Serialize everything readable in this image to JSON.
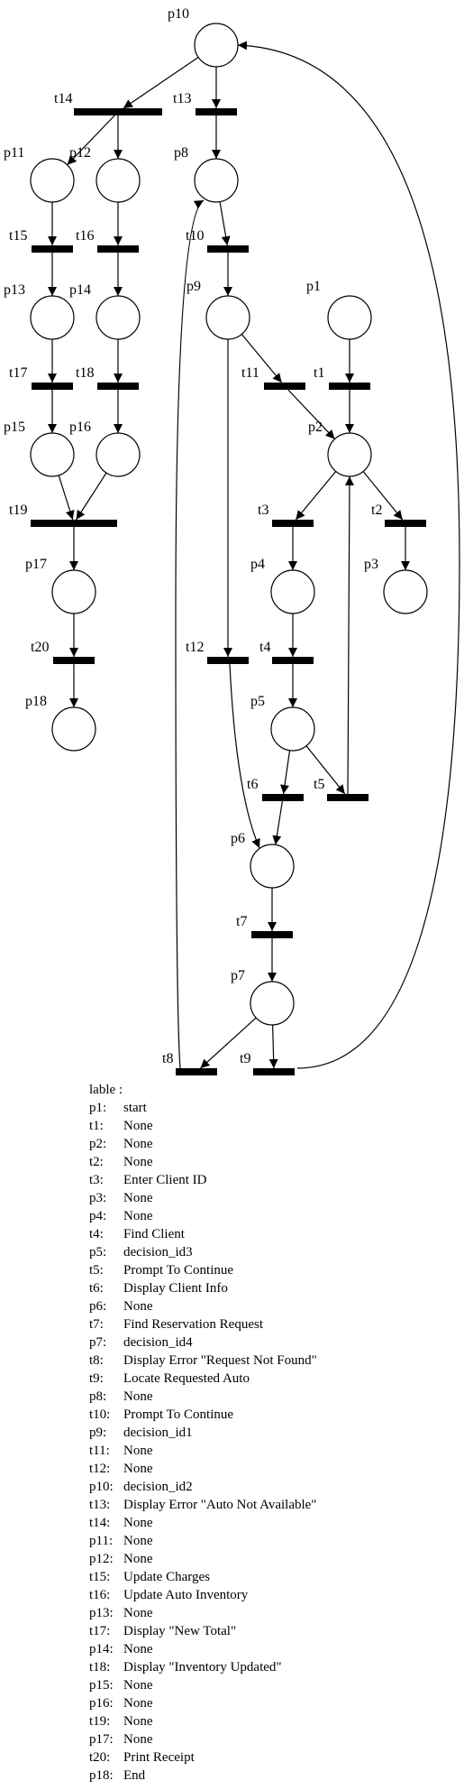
{
  "diagram": {
    "places": [
      {
        "id": "p10",
        "label": "p10"
      },
      {
        "id": "p8",
        "label": "p8"
      },
      {
        "id": "p11",
        "label": "p11"
      },
      {
        "id": "p12",
        "label": "p12"
      },
      {
        "id": "p9",
        "label": "p9"
      },
      {
        "id": "p1",
        "label": "p1"
      },
      {
        "id": "p13",
        "label": "p13"
      },
      {
        "id": "p14",
        "label": "p14"
      },
      {
        "id": "p2",
        "label": "p2"
      },
      {
        "id": "p15",
        "label": "p15"
      },
      {
        "id": "p16",
        "label": "p16"
      },
      {
        "id": "p4",
        "label": "p4"
      },
      {
        "id": "p3",
        "label": "p3"
      },
      {
        "id": "p17",
        "label": "p17"
      },
      {
        "id": "p5",
        "label": "p5"
      },
      {
        "id": "p18",
        "label": "p18"
      },
      {
        "id": "p6",
        "label": "p6"
      },
      {
        "id": "p7",
        "label": "p7"
      }
    ],
    "transitions": [
      {
        "id": "t14",
        "label": "t14"
      },
      {
        "id": "t13",
        "label": "t13"
      },
      {
        "id": "t15",
        "label": "t15"
      },
      {
        "id": "t16",
        "label": "t16"
      },
      {
        "id": "t10",
        "label": "t10"
      },
      {
        "id": "t17",
        "label": "t17"
      },
      {
        "id": "t18",
        "label": "t18"
      },
      {
        "id": "t11",
        "label": "t11"
      },
      {
        "id": "t1",
        "label": "t1"
      },
      {
        "id": "t19",
        "label": "t19"
      },
      {
        "id": "t3",
        "label": "t3"
      },
      {
        "id": "t2",
        "label": "t2"
      },
      {
        "id": "t20",
        "label": "t20"
      },
      {
        "id": "t12",
        "label": "t12"
      },
      {
        "id": "t4",
        "label": "t4"
      },
      {
        "id": "t6",
        "label": "t6"
      },
      {
        "id": "t5",
        "label": "t5"
      },
      {
        "id": "t7",
        "label": "t7"
      },
      {
        "id": "t8",
        "label": "t8"
      },
      {
        "id": "t9",
        "label": "t9"
      }
    ],
    "arcs": [
      [
        "p10",
        "t14"
      ],
      [
        "p10",
        "t13"
      ],
      [
        "t14",
        "p11"
      ],
      [
        "t14",
        "p12"
      ],
      [
        "t13",
        "p8"
      ],
      [
        "p8",
        "t10"
      ],
      [
        "t10",
        "p9"
      ],
      [
        "p11",
        "t15"
      ],
      [
        "p12",
        "t16"
      ],
      [
        "t15",
        "p13"
      ],
      [
        "t16",
        "p14"
      ],
      [
        "p13",
        "t17"
      ],
      [
        "p14",
        "t18"
      ],
      [
        "t17",
        "p15"
      ],
      [
        "t18",
        "p16"
      ],
      [
        "p15",
        "t19"
      ],
      [
        "p16",
        "t19"
      ],
      [
        "t19",
        "p17"
      ],
      [
        "p17",
        "t20"
      ],
      [
        "t20",
        "p18"
      ],
      [
        "p9",
        "t11"
      ],
      [
        "p9",
        "t12"
      ],
      [
        "p1",
        "t1"
      ],
      [
        "t1",
        "p2"
      ],
      [
        "t11",
        "p2"
      ],
      [
        "p2",
        "t3"
      ],
      [
        "p2",
        "t2"
      ],
      [
        "t2",
        "p3"
      ],
      [
        "t3",
        "p4"
      ],
      [
        "p4",
        "t4"
      ],
      [
        "t4",
        "p5"
      ],
      [
        "p5",
        "t6"
      ],
      [
        "p5",
        "t5"
      ],
      [
        "t5",
        "p2"
      ],
      [
        "t6",
        "p6"
      ],
      [
        "t12",
        "p6"
      ],
      [
        "p6",
        "t7"
      ],
      [
        "t7",
        "p7"
      ],
      [
        "p7",
        "t8"
      ],
      [
        "p7",
        "t9"
      ],
      [
        "t8",
        "p8"
      ],
      [
        "t9",
        "p10"
      ]
    ]
  },
  "legend": {
    "title": "lable :",
    "entries": [
      {
        "key": "p1:",
        "value": "start"
      },
      {
        "key": "t1:",
        "value": "None"
      },
      {
        "key": "p2:",
        "value": "None"
      },
      {
        "key": "t2:",
        "value": "None"
      },
      {
        "key": "t3:",
        "value": "Enter Client ID"
      },
      {
        "key": "p3:",
        "value": "None"
      },
      {
        "key": "p4:",
        "value": "None"
      },
      {
        "key": "t4:",
        "value": "Find Client"
      },
      {
        "key": "p5:",
        "value": "decision_id3"
      },
      {
        "key": "t5:",
        "value": "Prompt To Continue"
      },
      {
        "key": "t6:",
        "value": "Display Client Info"
      },
      {
        "key": "p6:",
        "value": "None"
      },
      {
        "key": "t7:",
        "value": "Find Reservation Request"
      },
      {
        "key": "p7:",
        "value": "decision_id4"
      },
      {
        "key": "t8:",
        "value": "Display Error \"Request Not Found\""
      },
      {
        "key": "t9:",
        "value": "Locate Requested Auto"
      },
      {
        "key": "p8:",
        "value": "None"
      },
      {
        "key": "t10:",
        "value": "Prompt To Continue"
      },
      {
        "key": "p9:",
        "value": "decision_id1"
      },
      {
        "key": "t11:",
        "value": "None"
      },
      {
        "key": "t12:",
        "value": "None"
      },
      {
        "key": "p10:",
        "value": "decision_id2"
      },
      {
        "key": "t13:",
        "value": "Display Error \"Auto Not Available\""
      },
      {
        "key": "t14:",
        "value": "None"
      },
      {
        "key": "p11:",
        "value": "None"
      },
      {
        "key": "p12:",
        "value": "None"
      },
      {
        "key": "t15:",
        "value": "Update Charges"
      },
      {
        "key": "t16:",
        "value": "Update Auto Inventory"
      },
      {
        "key": "p13:",
        "value": "None"
      },
      {
        "key": "t17:",
        "value": "Display \"New Total\""
      },
      {
        "key": "p14:",
        "value": "None"
      },
      {
        "key": "t18:",
        "value": "Display \"Inventory Updated\""
      },
      {
        "key": "p15:",
        "value": "None"
      },
      {
        "key": "p16:",
        "value": "None"
      },
      {
        "key": "t19:",
        "value": "None"
      },
      {
        "key": "p17:",
        "value": "None"
      },
      {
        "key": "t20:",
        "value": "Print Receipt"
      },
      {
        "key": "p18:",
        "value": "End"
      }
    ]
  }
}
